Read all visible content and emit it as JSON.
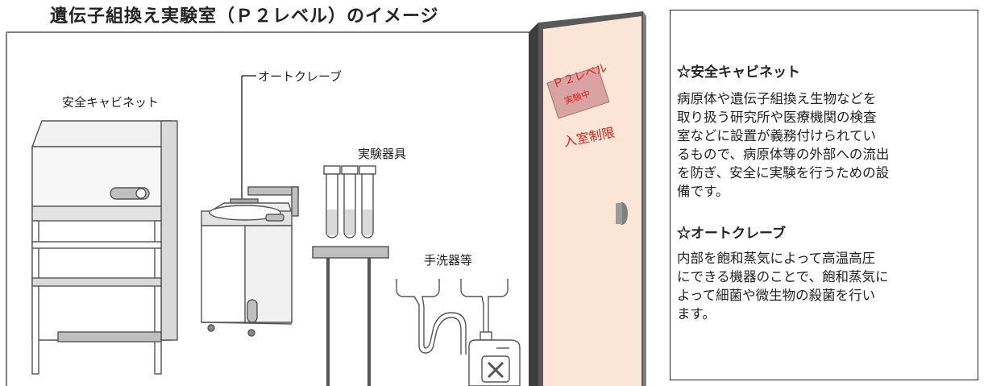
{
  "title": "遺伝子組換え実験室（Ｐ２レベル）のイメージ",
  "labels": {
    "cabinet": "安全キャビネット",
    "autoclave": "オートクレーブ",
    "instruments": "実験器具",
    "sink": "手洗器等"
  },
  "door_sign": {
    "line1": "Ｐ２レベル",
    "line2": "実験中",
    "restriction": "入室制限"
  },
  "info": {
    "cabinet_heading": "☆安全キャビネット",
    "cabinet_text": "病原体や遺伝子組換え生物などを\n取り扱う研究所や医療機関の検査\n室などに設置が義務付けられてい\nるもので、病原体等の外部への流出\nを防ぎ、安全に実験を行うための設\n備です。",
    "autoclave_heading": "☆オートクレーブ",
    "autoclave_text": "内部を飽和蒸気によって高温高圧\nにできる機器のことで、飽和蒸気に\nよって細菌や微生物の殺菌を行い\nます。"
  },
  "colors": {
    "door": "#fbe5d6",
    "wall_line": "#7f7f7f",
    "sign": "#d9a3a3",
    "sign_text": "#e0251b",
    "door_edge": "#595959"
  }
}
